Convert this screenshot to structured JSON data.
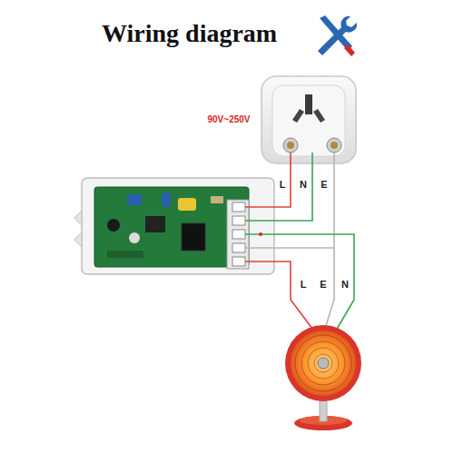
{
  "diagram": {
    "title": "Wiring diagram",
    "labels": [
      "90V~250V",
      "L",
      "N",
      "E",
      "L",
      "E",
      "N"
    ]
  }
}
